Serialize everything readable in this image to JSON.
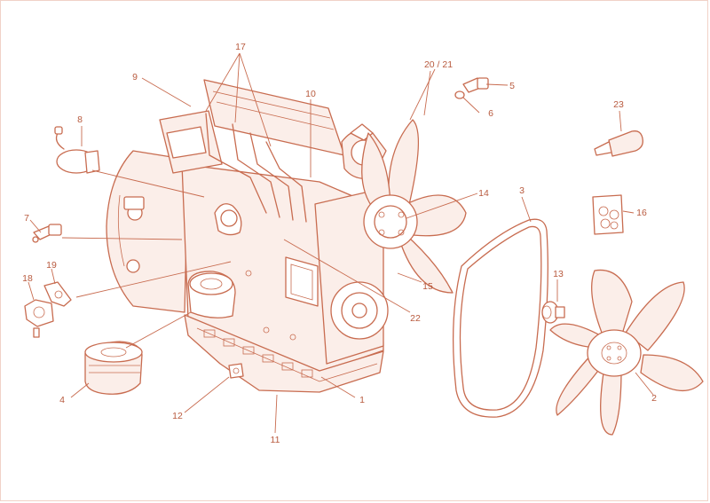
{
  "callouts": {
    "c1": "1",
    "c2": "2",
    "c3": "3",
    "c4": "4",
    "c5": "5",
    "c6": "6",
    "c7": "7",
    "c8": "8",
    "c9": "9",
    "c10": "10",
    "c11": "11",
    "c12": "12",
    "c13": "13",
    "c14": "14",
    "c15": "15",
    "c16": "16",
    "c17": "17",
    "c18": "18",
    "c19": "19",
    "c20_21": "20 / 21",
    "c22": "22",
    "c23": "23"
  },
  "colors": {
    "line": "#c86c50",
    "label": "#b85a3e",
    "tint": "#fbeee9",
    "frame": "#f1d2c8"
  }
}
